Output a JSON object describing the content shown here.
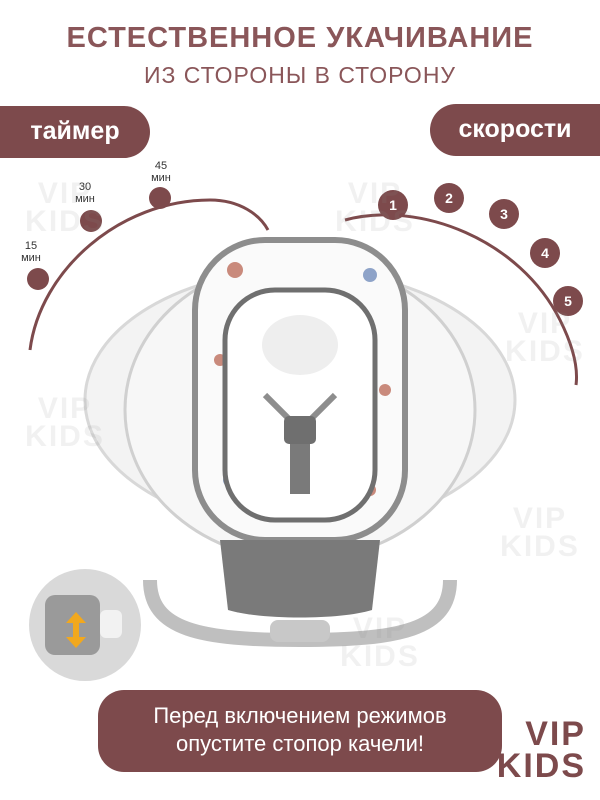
{
  "header": {
    "title": "ЕСТЕСТВЕННОЕ УКАЧИВАНИЕ",
    "subtitle": "ИЗ СТОРОНЫ В СТОРОНУ"
  },
  "timer": {
    "label": "таймер",
    "ticks": [
      {
        "value": "15",
        "unit": "мин"
      },
      {
        "value": "30",
        "unit": "мин"
      },
      {
        "value": "45",
        "unit": "мин"
      }
    ]
  },
  "speeds": {
    "label": "скорости",
    "items": [
      "1",
      "2",
      "3",
      "4",
      "5"
    ]
  },
  "watermarks": {
    "line1": "VIP",
    "line2": "KIDS"
  },
  "notice": {
    "line1": "Перед включением режимов",
    "line2": "опустите стопор качели!"
  },
  "brand": {
    "line1": "VIP",
    "line2": "KIDS"
  },
  "colors": {
    "accent": "#7d4a4c",
    "title": "#8a5659"
  }
}
